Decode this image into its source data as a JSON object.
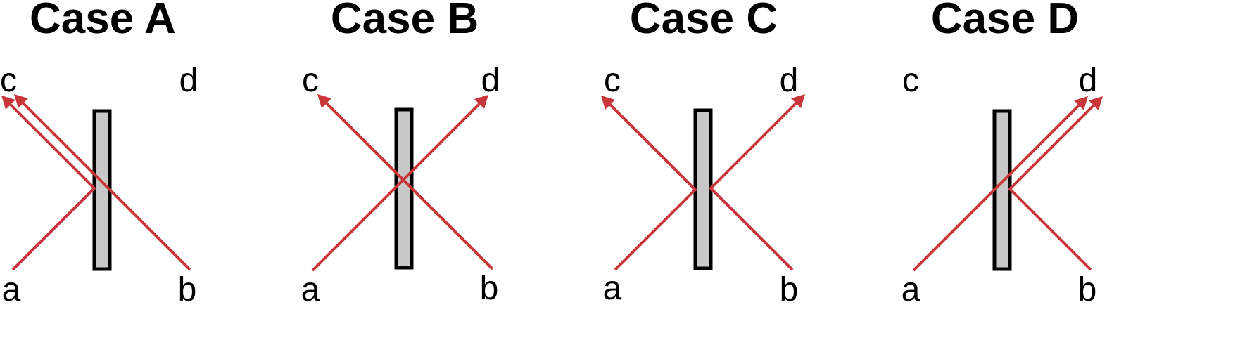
{
  "colors": {
    "ray": "#c8363a",
    "plate_fill": "#c8c8c8",
    "plate_stroke": "#000000"
  },
  "panels": [
    {
      "title": "Case A",
      "labels": {
        "a": "a",
        "b": "b",
        "c": "c",
        "d": "d"
      },
      "paths": [
        {
          "from": "a",
          "to": "c",
          "via": "left-face"
        },
        {
          "from": "b",
          "to": "c",
          "via": "through"
        }
      ]
    },
    {
      "title": "Case B",
      "labels": {
        "a": "a",
        "b": "b",
        "c": "c",
        "d": "d"
      },
      "paths": [
        {
          "from": "a",
          "to": "d",
          "via": "through"
        },
        {
          "from": "b",
          "to": "c",
          "via": "through"
        }
      ]
    },
    {
      "title": "Case C",
      "labels": {
        "a": "a",
        "b": "b",
        "c": "c",
        "d": "d"
      },
      "paths": [
        {
          "from": "a",
          "to": "c",
          "via": "left-face"
        },
        {
          "from": "b",
          "to": "d",
          "via": "right-face"
        }
      ]
    },
    {
      "title": "Case D",
      "labels": {
        "a": "a",
        "b": "b",
        "c": "c",
        "d": "d"
      },
      "paths": [
        {
          "from": "a",
          "to": "d",
          "via": "through"
        },
        {
          "from": "b",
          "to": "d",
          "via": "right-face"
        }
      ]
    }
  ]
}
